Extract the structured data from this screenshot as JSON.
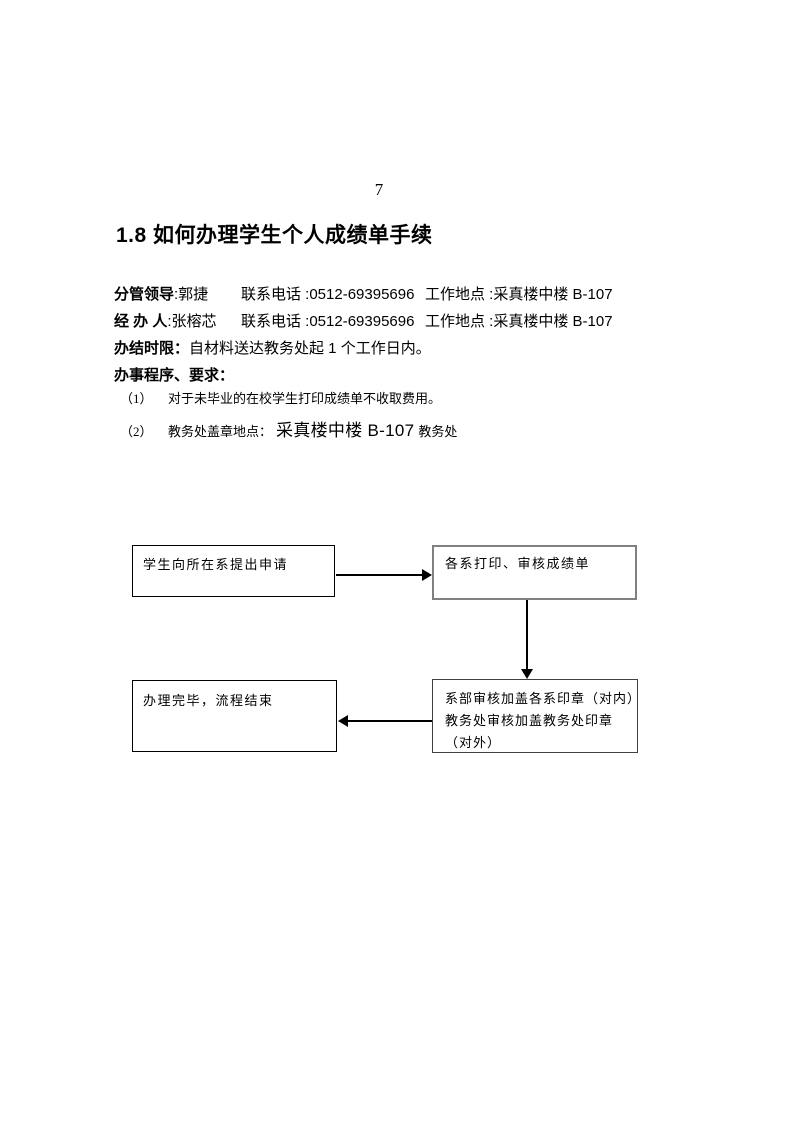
{
  "page": {
    "number": "7",
    "heading": "1.8 如何办理学生个人成绩单手续"
  },
  "info": {
    "rows": [
      {
        "label": "分管领导",
        "name": ":郭捷",
        "phone_label": "联系电话 :",
        "phone": "0512-69395696",
        "place_label": "工作地点 :",
        "place": "采真楼中楼 B-107"
      },
      {
        "label": "经 办 人",
        "name": ":张榕芯",
        "phone_label": "联系电话 :",
        "phone": "0512-69395696",
        "place_label": "工作地点 :",
        "place": "采真楼中楼 B-107"
      }
    ],
    "deadline_label": "办结时限：",
    "deadline_text": "自材料送达教务处起 1 个工作日内。",
    "procedures_label": "办事程序、要求："
  },
  "items": [
    {
      "marker": "（1）",
      "text": "对于未毕业的在校学生打印成绩单不收取费用。"
    },
    {
      "marker": "（2）",
      "prefix": "教务处盖章地点：",
      "highlight": "采真楼中楼 B-107",
      "suffix": "教务处"
    }
  ],
  "flowchart": {
    "box1": "学生向所在系提出申请",
    "box2": "各系打印、审核成绩单",
    "box3": "办理完毕，流程结束",
    "box4_lines": [
      "系部审核加盖各系印章（对内）",
      "教务处审核加盖教务处印章",
      "（对外）"
    ]
  },
  "colors": {
    "text": "#000000",
    "box_border": "#000000",
    "box2_border": "#808080"
  }
}
